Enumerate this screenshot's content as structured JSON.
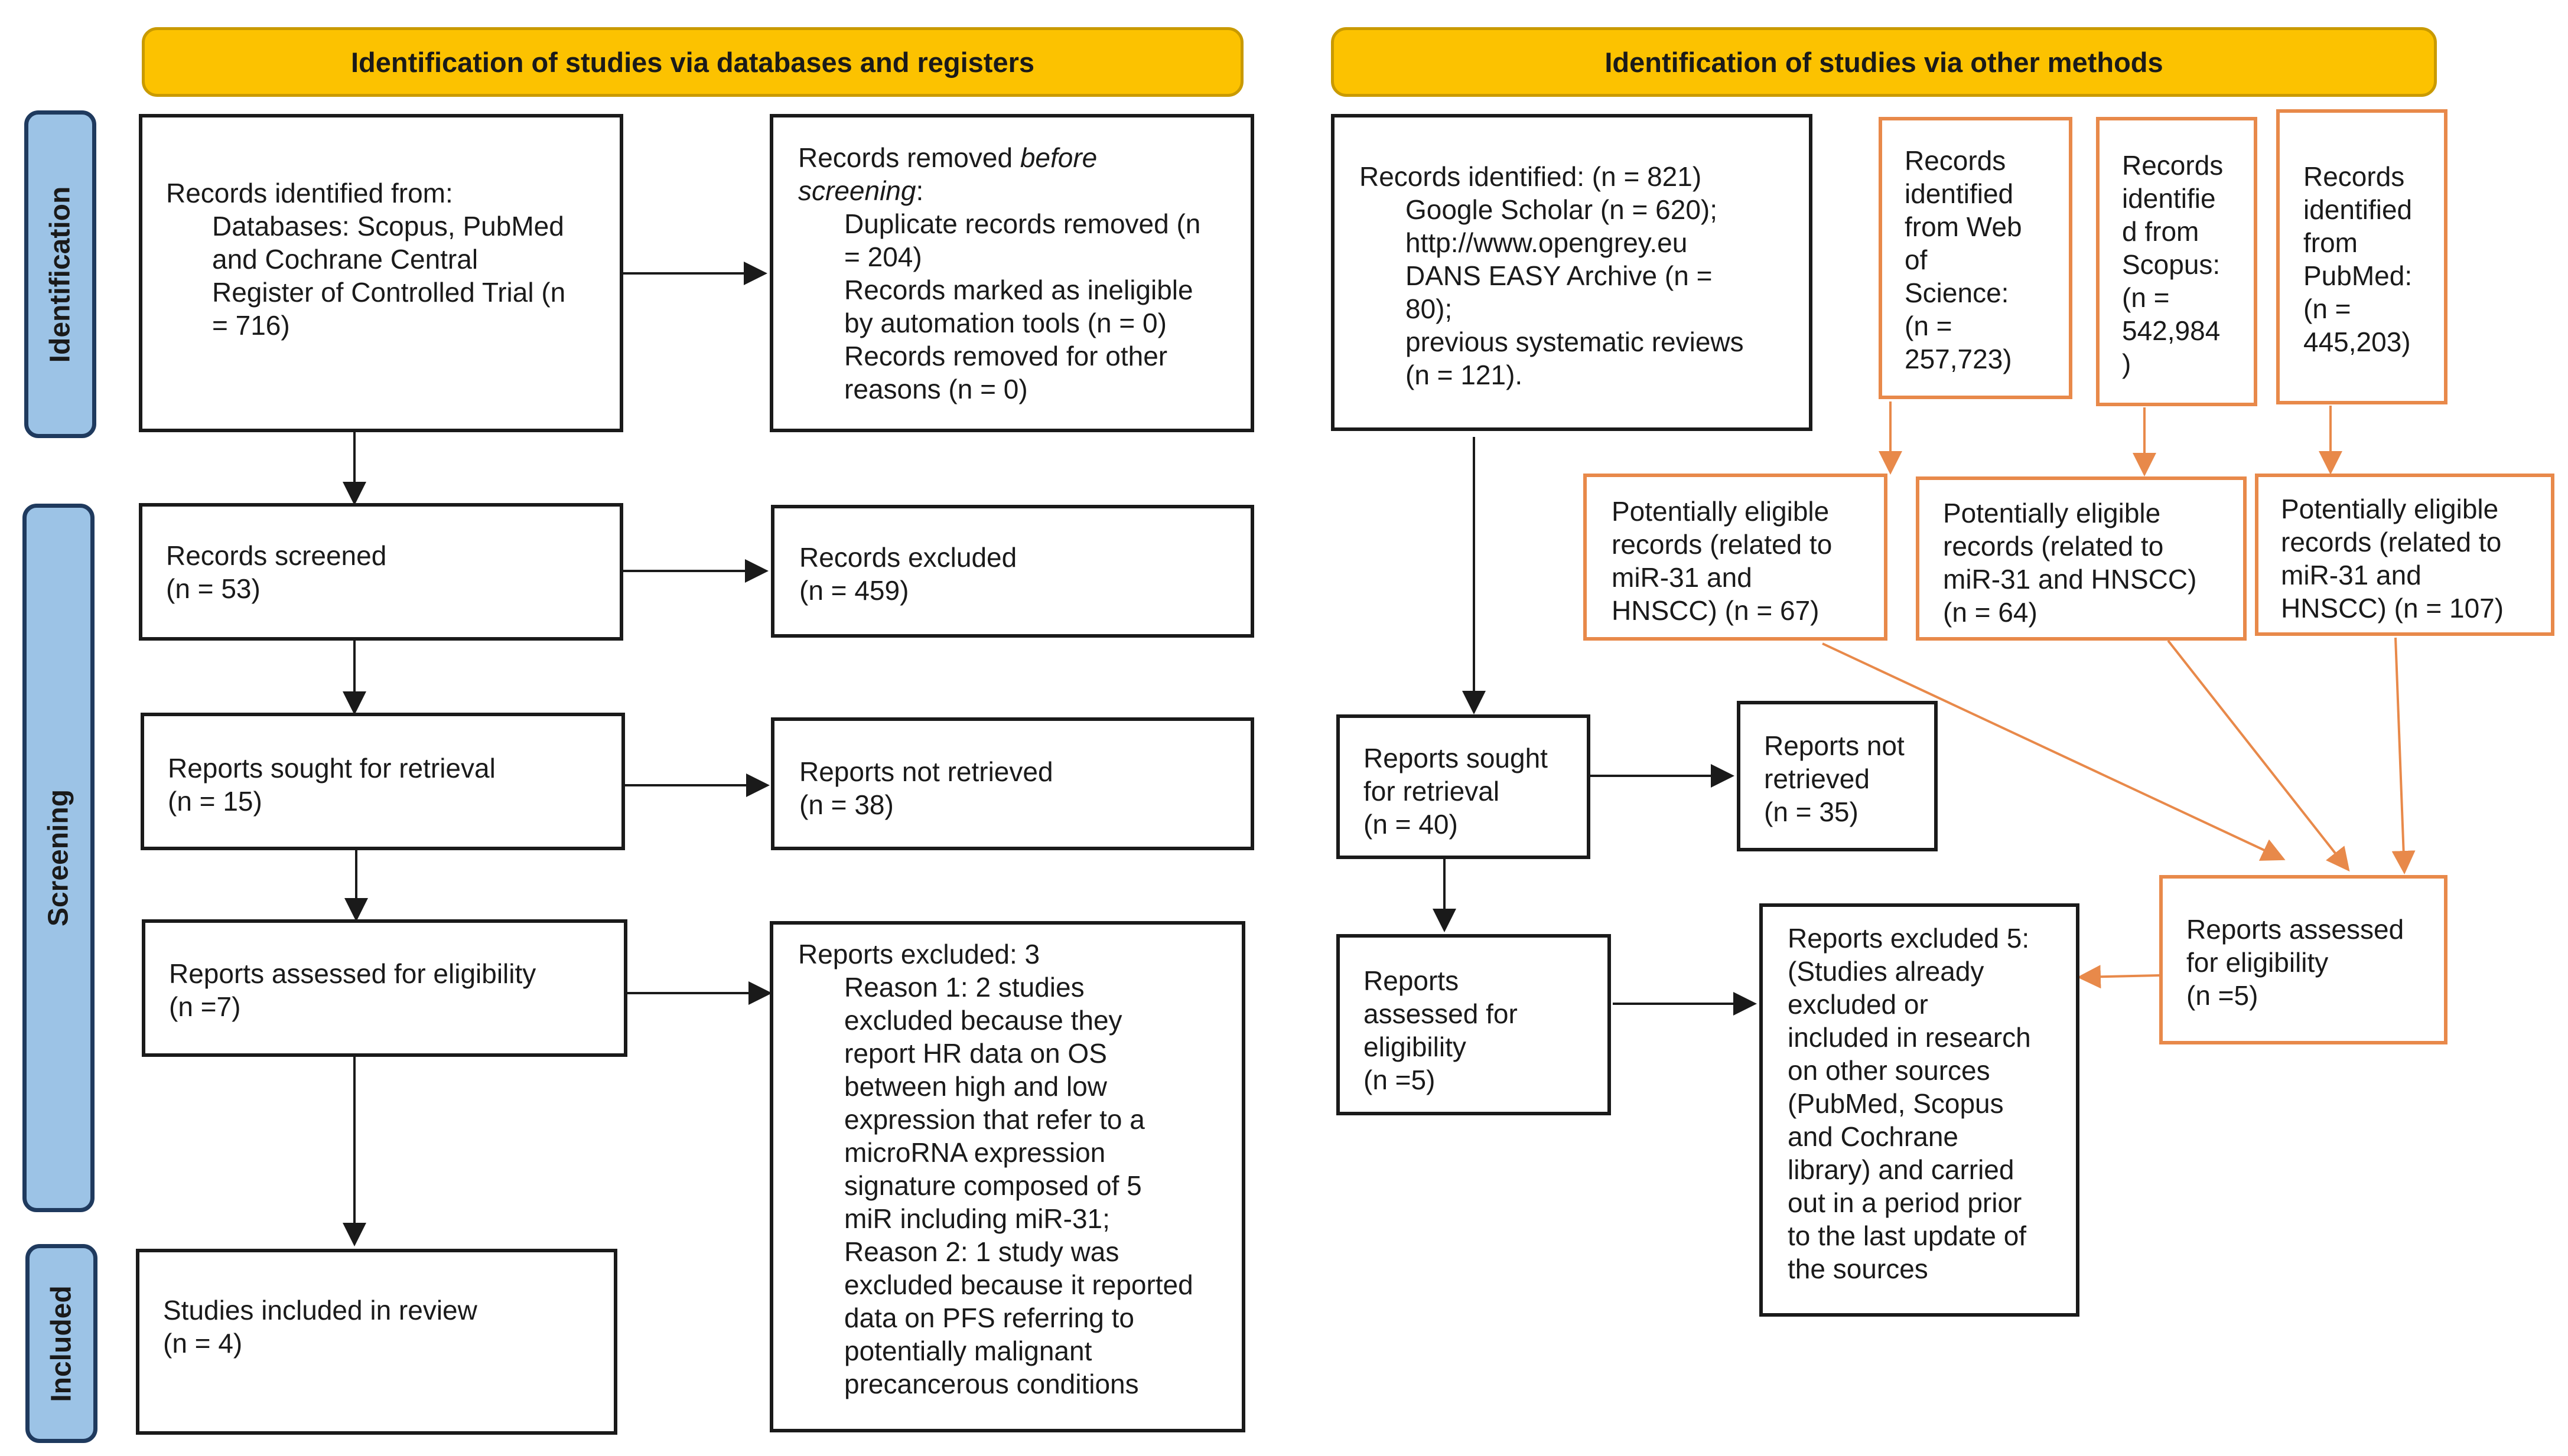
{
  "headers": {
    "databases": "Identification of studies via databases and registers",
    "other": "Identification of studies via other methods"
  },
  "phases": {
    "identification": "Identification",
    "screening": "Screening",
    "included": "Included"
  },
  "left": {
    "records_identified": {
      "title": "Records identified from:",
      "lines": [
        "Databases: Scopus, PubMed",
        "and Cochrane Central",
        "Register of Controlled Trial (n",
        "= 716)"
      ]
    },
    "records_removed": {
      "title_pre": "Records removed ",
      "title_em": "before",
      "title_em2": "screening",
      "title_post": ":",
      "lines": [
        "Duplicate records removed (n",
        "= 204)",
        "Records marked as ineligible",
        "by automation tools (n = 0)",
        "Records removed for other",
        "reasons (n = 0)"
      ]
    },
    "records_screened": {
      "lines": [
        "Records screened",
        "(n = 53)"
      ]
    },
    "records_excluded": {
      "lines": [
        "Records excluded",
        "(n = 459)"
      ]
    },
    "reports_sought": {
      "lines": [
        "Reports sought for retrieval",
        "(n = 15)"
      ]
    },
    "reports_not_retrieved": {
      "lines": [
        "Reports not retrieved",
        "(n = 38)"
      ]
    },
    "reports_assessed": {
      "lines": [
        "Reports assessed for eligibility",
        "(n =7)"
      ]
    },
    "reports_excluded": {
      "title": "Reports excluded: 3",
      "lines": [
        "Reason 1: 2 studies",
        "excluded because they",
        "report HR data on OS",
        "between high and low",
        "expression that refer to a",
        "microRNA expression",
        "signature composed of 5",
        "miR including miR-31;",
        "Reason 2: 1 study was",
        "excluded because it reported",
        "data on PFS referring to",
        "potentially malignant",
        "precancerous conditions"
      ]
    },
    "studies_included": {
      "lines": [
        "Studies included in review",
        "(n = 4)"
      ]
    }
  },
  "right": {
    "records_identified": {
      "title": "Records identified: (n = 821)",
      "lines": [
        "Google Scholar (n = 620);",
        "http://www.opengrey.eu",
        "DANS EASY Archive (n =",
        "80);",
        "previous systematic reviews",
        "(n = 121)."
      ]
    },
    "wos": {
      "lines": [
        "Records",
        "identified",
        "from Web",
        "of",
        "Science:",
        "(n =",
        "257,723)"
      ]
    },
    "scopus": {
      "lines": [
        "Records",
        "identifie",
        "d from",
        "Scopus:",
        "(n =",
        "542,984",
        ")"
      ]
    },
    "pubmed": {
      "lines": [
        "Records",
        "identified",
        "from",
        "PubMed:",
        "(n =",
        "445,203)"
      ]
    },
    "elig_1": {
      "lines": [
        "Potentially eligible",
        "records (related to",
        "miR-31 and",
        "HNSCC) (n = 67)"
      ]
    },
    "elig_2": {
      "lines": [
        "Potentially eligible",
        "records (related to",
        "miR-31 and HNSCC)",
        "(n = 64)"
      ]
    },
    "elig_3": {
      "lines": [
        "Potentially eligible",
        "records (related to",
        "miR-31 and",
        "HNSCC) (n = 107)"
      ]
    },
    "reports_sought": {
      "lines": [
        "Reports sought",
        "for retrieval",
        "(n = 40)"
      ]
    },
    "reports_not_retrieved": {
      "lines": [
        "Reports not",
        "retrieved",
        "(n = 35)"
      ]
    },
    "reports_assessed_left": {
      "lines": [
        "Reports",
        "assessed for",
        "eligibility",
        "(n =5)"
      ]
    },
    "reports_excluded": {
      "lines": [
        "Reports excluded 5:",
        "(Studies already",
        "excluded or",
        "included in research",
        "on other sources",
        "(PubMed, Scopus",
        "and Cochrane",
        "library) and carried",
        "out in a period prior",
        "to the last update of",
        "the sources"
      ]
    },
    "reports_assessed_right": {
      "lines": [
        "Reports assessed",
        "for eligibility",
        "(n =5)"
      ]
    }
  },
  "colors": {
    "header_fill": "#fcc200",
    "phase_fill": "#9cc3e6",
    "orange": "#e8894a",
    "line": "#1a1a1a"
  }
}
